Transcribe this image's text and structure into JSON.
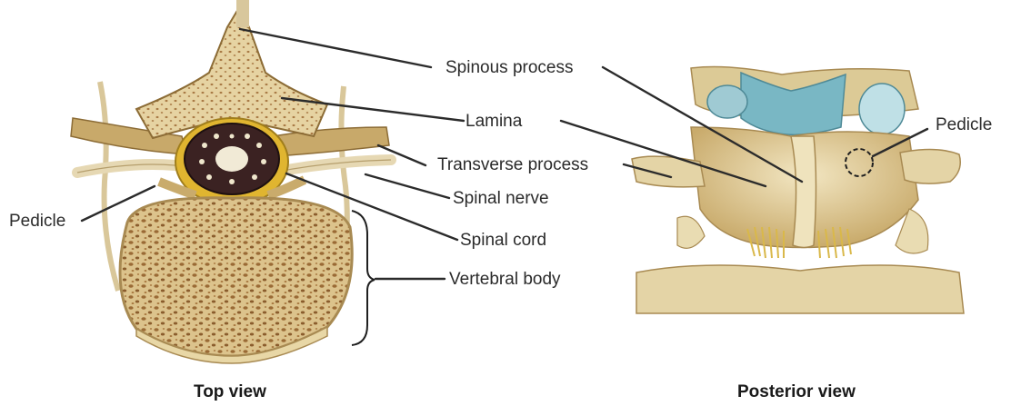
{
  "labels": {
    "spinous_process": "Spinous process",
    "lamina": "Lamina",
    "transverse_process": "Transverse process",
    "spinal_nerve": "Spinal nerve",
    "pedicle_left": "Pedicle",
    "spinal_cord": "Spinal cord",
    "vertebral_body": "Vertebral body",
    "pedicle_right": "Pedicle"
  },
  "captions": {
    "top_view": "Top view",
    "posterior_view": "Posterior view"
  },
  "colors": {
    "bone": "#e8d7a6",
    "bone_shadow": "#c9ab6c",
    "trabecular": "#9a6a35",
    "cord_dark": "#3b2222",
    "ligament_blue": "#79b7c4",
    "fat_yellow": "#e0b530",
    "leader": "#2b2b2b"
  }
}
